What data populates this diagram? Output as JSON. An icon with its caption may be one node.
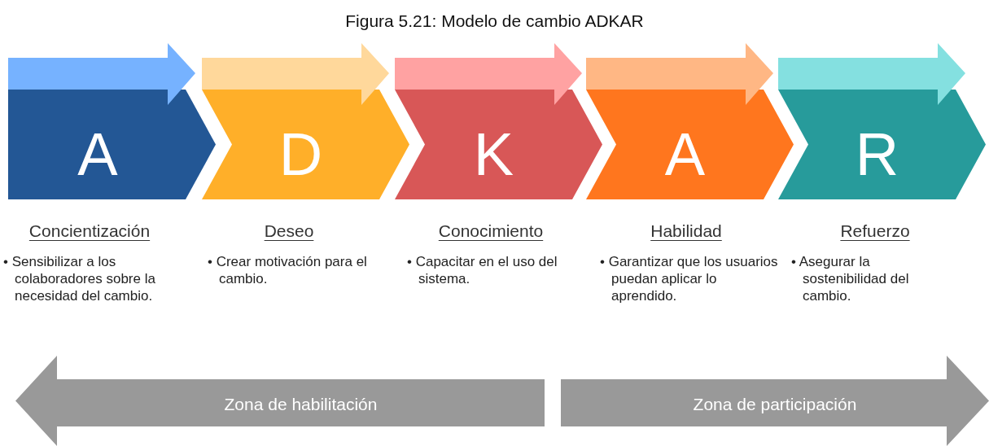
{
  "diagram": {
    "title": "Figura 5.21: Modelo de cambio ADKAR",
    "nodes": [
      {
        "text": [
          "A"
        ],
        "beside": [
          "Concientización",
          "• Sensibilizar a los colaboradores sobre la necesidad del cambio."
        ]
      },
      {
        "text": [
          "D"
        ],
        "beside": [
          "Deseo",
          "• Crear motivación para el cambio."
        ]
      },
      {
        "text": [
          "K"
        ],
        "beside": [
          "Conocimiento",
          "• Capacitar en el uso del sistema."
        ]
      },
      {
        "text": [
          "A"
        ],
        "beside": [
          "Habilidad",
          "• Garantizar que los usuarios puedan aplicar lo aprendido."
        ]
      },
      {
        "text": [
          "R"
        ],
        "beside": [
          "Refuerzo",
          "• Asegurar la sostenibilidad del cambio."
        ]
      },
      {
        "text": [
          "Zona de habilitación"
        ]
      },
      {
        "text": [
          "Zona de participación"
        ]
      }
    ]
  }
}
